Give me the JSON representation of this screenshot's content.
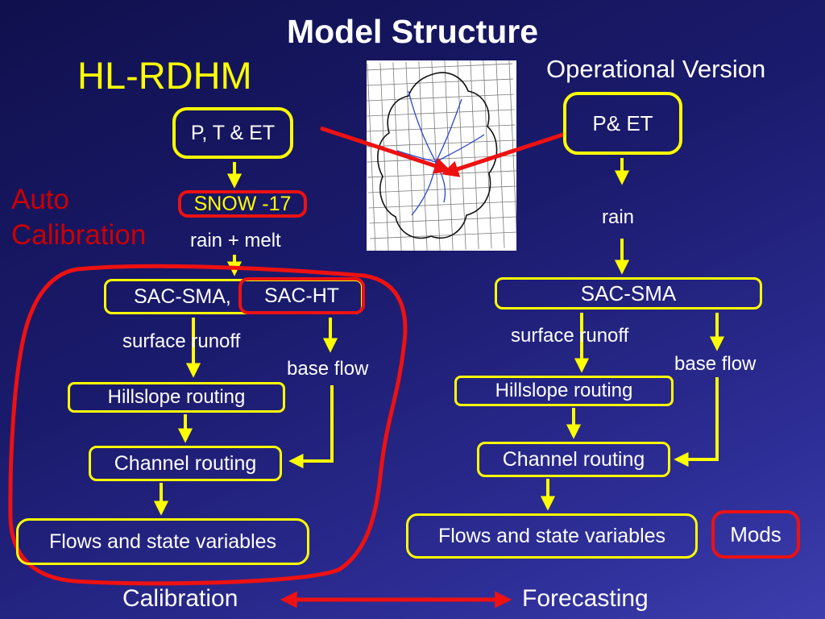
{
  "header": {
    "title": "Model Structure",
    "left_heading": "HL-RDHM",
    "right_heading": "Operational Version",
    "auto_calibration": "Auto Calibration"
  },
  "footer": {
    "left": "Calibration",
    "right": "Forecasting"
  },
  "left_flow": {
    "input_box": "P, T &  ET",
    "snow_box": "SNOW -17",
    "rain_melt_label": "rain + melt",
    "sac_sma_label": "SAC-SMA,",
    "sac_ht_label": "SAC-HT",
    "surface_runoff_label": "surface runoff",
    "base_flow_label": "base flow",
    "hillslope_box": "Hillslope routing",
    "channel_box": "Channel routing",
    "flows_box": "Flows and state variables"
  },
  "right_flow": {
    "input_box": "P&  ET",
    "rain_label": "rain",
    "sac_sma_box": "SAC-SMA",
    "surface_runoff_label": "surface runoff",
    "base_flow_label": "base flow",
    "hillslope_box": "Hillslope routing",
    "channel_box": "Channel routing",
    "flows_box": "Flows and state variables",
    "mods_box": "Mods"
  },
  "colors": {
    "background_dark_blue": "#1b1b6e",
    "accent_yellow": "#ffff00",
    "accent_red": "#ee1111",
    "auto_calibration_red": "#cc0000",
    "text_white": "#ffffff",
    "map_river_blue": "#2a46c8",
    "map_outline_black": "#111111"
  }
}
